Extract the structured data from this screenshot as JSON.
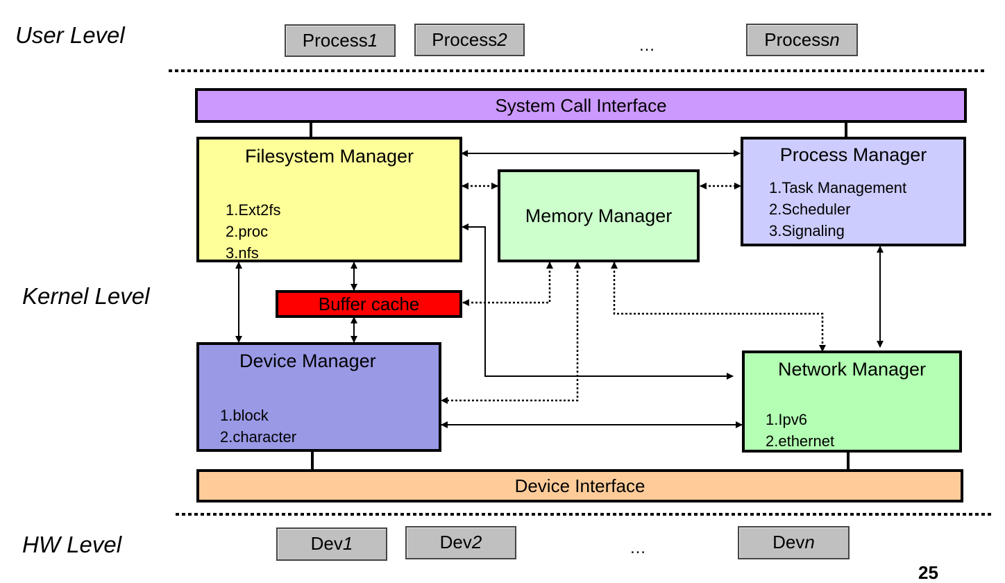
{
  "levels": {
    "user": "User Level",
    "kernel": "Kernel Level",
    "hw": "HW Level"
  },
  "processes": {
    "items": [
      {
        "base": "Process",
        "suffix": "1"
      },
      {
        "base": "Process",
        "suffix": "2"
      },
      {
        "base": "Process",
        "suffix": "n"
      }
    ],
    "ellipsis": "…"
  },
  "devices": {
    "items": [
      {
        "base": "Dev",
        "suffix": "1"
      },
      {
        "base": "Dev",
        "suffix": "2"
      },
      {
        "base": "Dev",
        "suffix": "n"
      }
    ],
    "ellipsis": "…"
  },
  "syscall": {
    "label": "System Call Interface",
    "color": "#cc99ff"
  },
  "device_interface": {
    "label": "Device Interface",
    "color": "#ffcc99"
  },
  "filesystem": {
    "title": "Filesystem Manager",
    "items": [
      "1.Ext2fs",
      "2.proc",
      "3.nfs"
    ],
    "color": "#ffff99"
  },
  "process_mgr": {
    "title": "Process Manager",
    "items": [
      "1.Task Management",
      "2.Scheduler",
      "3.Signaling"
    ],
    "color": "#ccccff"
  },
  "memory": {
    "title": "Memory Manager",
    "color": "#ccffcc"
  },
  "buffer": {
    "label": "Buffer cache",
    "color": "#ff0000"
  },
  "device_mgr": {
    "title": "Device Manager",
    "items": [
      "1.block",
      "2.character"
    ],
    "color": "#9999e6"
  },
  "network": {
    "title": "Network Manager",
    "items": [
      "1.Ipv6",
      "2.ethernet"
    ],
    "color": "#b3ffb3"
  },
  "page_number": "25"
}
